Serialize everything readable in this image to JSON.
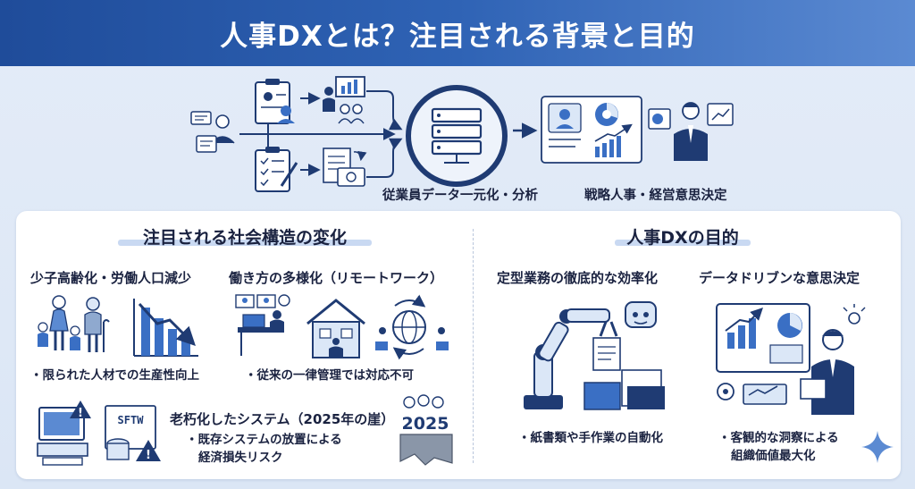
{
  "title": "人事DXとは？注目される背景と目的",
  "flow": {
    "center_label": "従業員データ一元化・分析",
    "right_label": "戦略人事・経営意思決定"
  },
  "left_section": {
    "heading": "注目される社会構造の変化",
    "items": [
      {
        "title": "少子高齢化・労働人口減少",
        "bullet": "・限られた人材での生産性向上"
      },
      {
        "title": "働き方の多様化（リモートワーク）",
        "bullet": "・従来の一律管理では対応不可"
      },
      {
        "title": "老朽化したシステム（2025年の崖）",
        "bullet_line1": "・既存システムの放置による",
        "bullet_line2": "経済損失リスク"
      }
    ],
    "sftw_label": "SFTW",
    "year_label": "2025"
  },
  "right_section": {
    "heading": "人事DXの目的",
    "items": [
      {
        "title": "定型業務の徹底的な効率化",
        "bullet": "・紙書類や手作業の自動化"
      },
      {
        "title": "データドリブンな意思決定",
        "bullet_line1": "・客観的な洞察による",
        "bullet_line2": "組織価値最大化"
      }
    ]
  },
  "colors": {
    "navy": "#1f3b73",
    "blue": "#3a6fc4",
    "light_blue": "#dbe7f7",
    "title_bar": "#2a5aa8"
  },
  "chart_levels": {
    "declining_bars": [
      0.9,
      0.7,
      0.5,
      0.3
    ],
    "growth_bars": [
      0.3,
      0.5,
      0.7,
      0.9
    ]
  }
}
